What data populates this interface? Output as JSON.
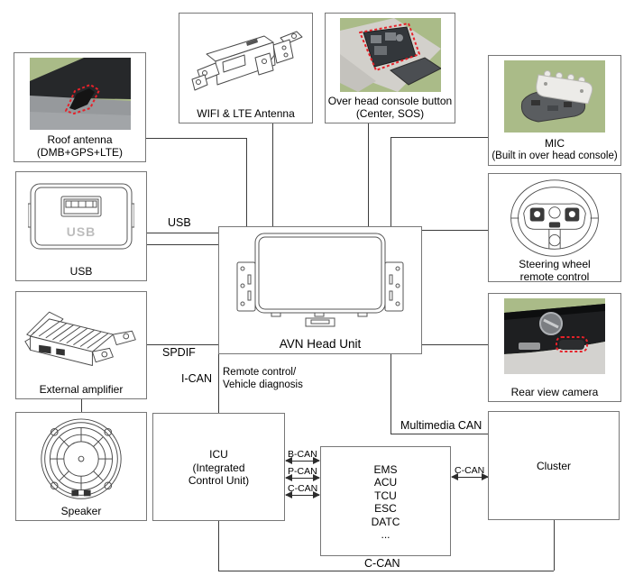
{
  "nodes": {
    "roof_antenna": {
      "image": "roof-antenna-photo",
      "line1": "Roof antenna",
      "line2": "(DMB+GPS+LTE)"
    },
    "wifi_antenna": {
      "image": "wifi-antenna-drawing",
      "label": "WIFI & LTE Antenna"
    },
    "overhead_console": {
      "image": "overhead-console-photo",
      "line1": "Over head console button",
      "line2": "(Center, SOS)"
    },
    "mic": {
      "image": "mic-photo",
      "line1": "MIC",
      "line2": "(Built in over head console)"
    },
    "usb": {
      "image": "usb-port-drawing",
      "label": "USB",
      "port_text": "USB"
    },
    "avn": {
      "image": "avn-head-unit-drawing",
      "label": "AVN Head Unit"
    },
    "steering": {
      "image": "steering-wheel-drawing",
      "line1": "Steering wheel",
      "line2": "remote control"
    },
    "ext_amp": {
      "image": "external-amplifier-drawing",
      "label": "External amplifier"
    },
    "rear_camera": {
      "image": "rear-view-camera-photo",
      "label": "Rear view camera"
    },
    "speaker": {
      "image": "speaker-drawing",
      "label": "Speaker"
    },
    "icu": {
      "line1": "ICU",
      "line2": "(Integrated",
      "line3": "Control Unit)"
    },
    "ems": {
      "items": [
        "EMS",
        "ACU",
        "TCU",
        "ESC",
        "DATC",
        "..."
      ]
    },
    "cluster": {
      "label": "Cluster"
    }
  },
  "connections": {
    "usb": "USB",
    "spdif": "SPDIF",
    "i_can": "I-CAN",
    "remote1": "Remote control/",
    "remote2": "Vehicle diagnosis",
    "multimedia_can": "Multimedia CAN",
    "b_can": "B-CAN",
    "p_can": "P-CAN",
    "c_can_mid": "C-CAN",
    "c_can_right": "C-CAN",
    "c_can_bottom": "C-CAN"
  },
  "colors": {
    "photo_green": "#aabb88",
    "highlight_red": "#e62129",
    "line_gray": "#3c3c3c",
    "box_border": "#777777"
  }
}
